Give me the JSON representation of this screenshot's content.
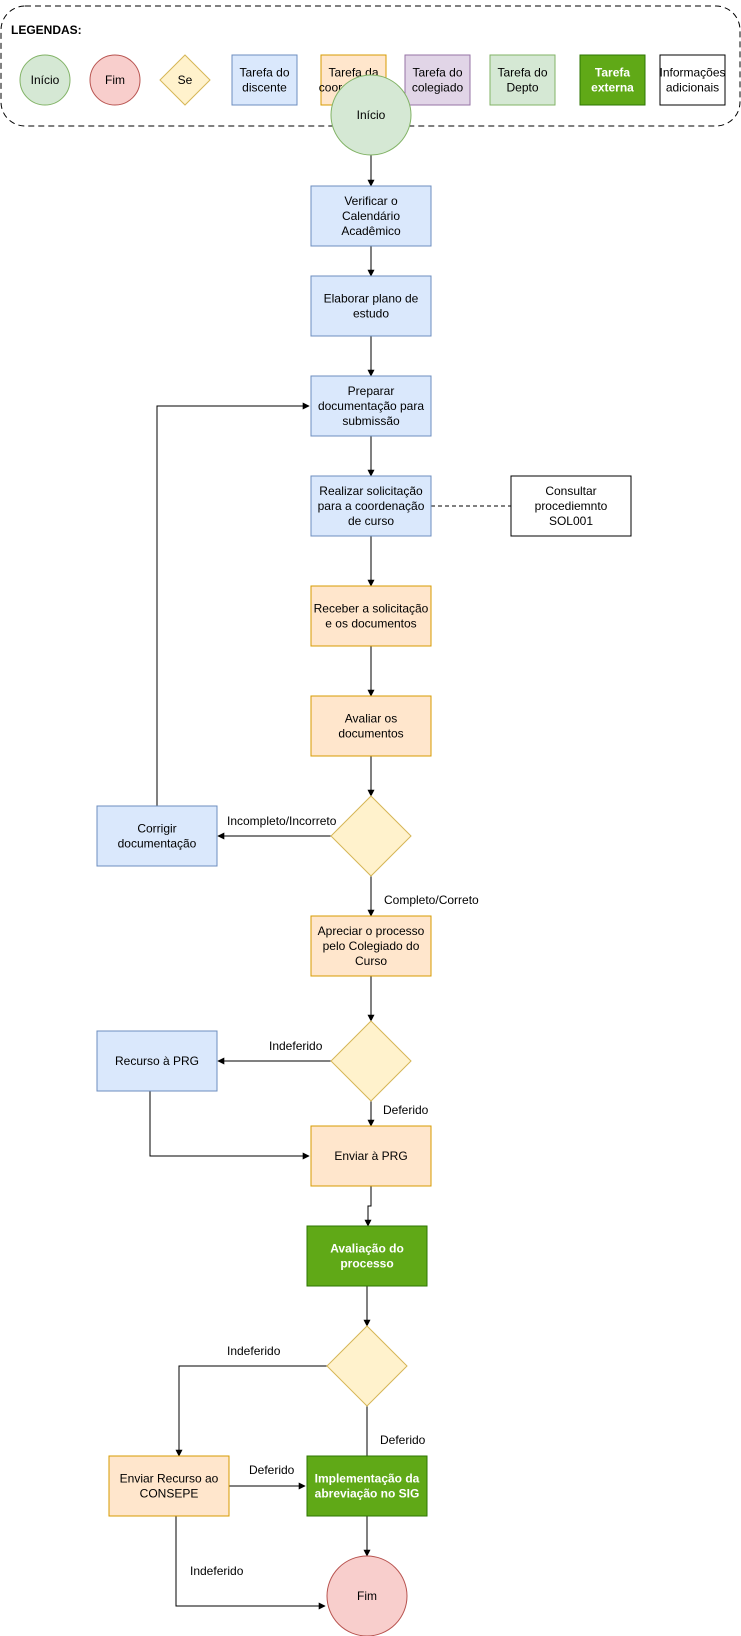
{
  "legend": {
    "title": "LEGENDAS:",
    "items": [
      {
        "id": "start",
        "shape": "circle",
        "label": "Início",
        "fill": "#d5e8d4",
        "stroke": "#82b366"
      },
      {
        "id": "end",
        "shape": "circle",
        "label": "Fim",
        "fill": "#f8cecc",
        "stroke": "#b85450"
      },
      {
        "id": "decision",
        "shape": "diamond",
        "label": "Se",
        "fill": "#fff2cc",
        "stroke": "#d6b656"
      },
      {
        "id": "student",
        "shape": "rect",
        "label": "Tarefa do discente",
        "fill": "#dae8fc",
        "stroke": "#6c8ebf"
      },
      {
        "id": "coordination",
        "shape": "rect",
        "label": "Tarefa da coordenação",
        "fill": "#ffe6cc",
        "stroke": "#d79b00"
      },
      {
        "id": "board",
        "shape": "rect",
        "label": "Tarefa do colegiado",
        "fill": "#e1d5e7",
        "stroke": "#9673a6"
      },
      {
        "id": "dept",
        "shape": "rect",
        "label": "Tarefa do Depto",
        "fill": "#d5e8d4",
        "stroke": "#82b366"
      },
      {
        "id": "external",
        "shape": "rect",
        "label": "Tarefa externa",
        "fill": "#60a917",
        "stroke": "#2d7600",
        "text_color": "#ffffff",
        "bold": true
      },
      {
        "id": "info",
        "shape": "rect",
        "label": "Informações adicionais",
        "fill": "#ffffff",
        "stroke": "#000000"
      }
    ]
  },
  "nodes": {
    "inicio": {
      "label": "Início"
    },
    "verificar": {
      "label": "Verificar o Calendário Acadêmico"
    },
    "elaborar": {
      "label": "Elaborar plano de estudo"
    },
    "preparar": {
      "label": "Preparar documentação para submissão"
    },
    "realizar": {
      "label": "Realizar solicitação para a coordenação de curso"
    },
    "consultar": {
      "label": "Consultar procediemnto SOL001"
    },
    "receber": {
      "label": "Receber a solicitação e os documentos"
    },
    "avaliar": {
      "label": "Avaliar os documentos"
    },
    "corrigir": {
      "label": "Corrigir documentação"
    },
    "apreciar": {
      "label": "Apreciar o processo pelo Colegiado do Curso"
    },
    "recurso_prg": {
      "label": "Recurso à PRG"
    },
    "enviar_prg": {
      "label": "Enviar à PRG"
    },
    "avaliacao": {
      "label": "Avaliação do processo"
    },
    "enviar_consepe": {
      "label": "Enviar Recurso ao CONSEPE"
    },
    "implementacao": {
      "label": "Implementação da abreviação no SIG"
    },
    "fim": {
      "label": "Fim"
    }
  },
  "edges": {
    "incompleto": "Incompleto/Incorreto",
    "completo": "Completo/Correto",
    "indeferido_1": "Indeferido",
    "deferido_1": "Deferido",
    "indeferido_2": "Indeferido",
    "deferido_2": "Deferido",
    "deferido_3": "Deferido",
    "indeferido_3": "Indeferido"
  }
}
